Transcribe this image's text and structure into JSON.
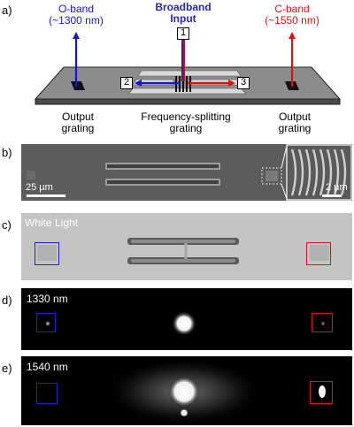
{
  "panel_a": {
    "letter": "a)",
    "oband_line1": "O-band",
    "oband_line2": "(~1300 nm)",
    "input_line1": "Broadband",
    "input_line2": "Input",
    "cband_line1": "C-band",
    "cband_line2": "(~1550 nm)",
    "port1": "1",
    "port2": "2",
    "port3": "3",
    "output_left_line1": "Output",
    "output_left_line2": "grating",
    "center_line1": "Frequency-splitting",
    "center_line2": "grating",
    "output_right_line1": "Output",
    "output_right_line2": "grating",
    "colors": {
      "oband": "#1515d8",
      "cband": "#e01010",
      "input": "#2a2ab0"
    }
  },
  "panel_b": {
    "letter": "b)",
    "scale_main": "25 µm",
    "scale_inset": "2 µm"
  },
  "panel_c": {
    "letter": "c)",
    "label": "White Light"
  },
  "panel_d": {
    "letter": "d)",
    "label": "1330 nm"
  },
  "panel_e": {
    "letter": "e)",
    "label": "1540 nm"
  }
}
